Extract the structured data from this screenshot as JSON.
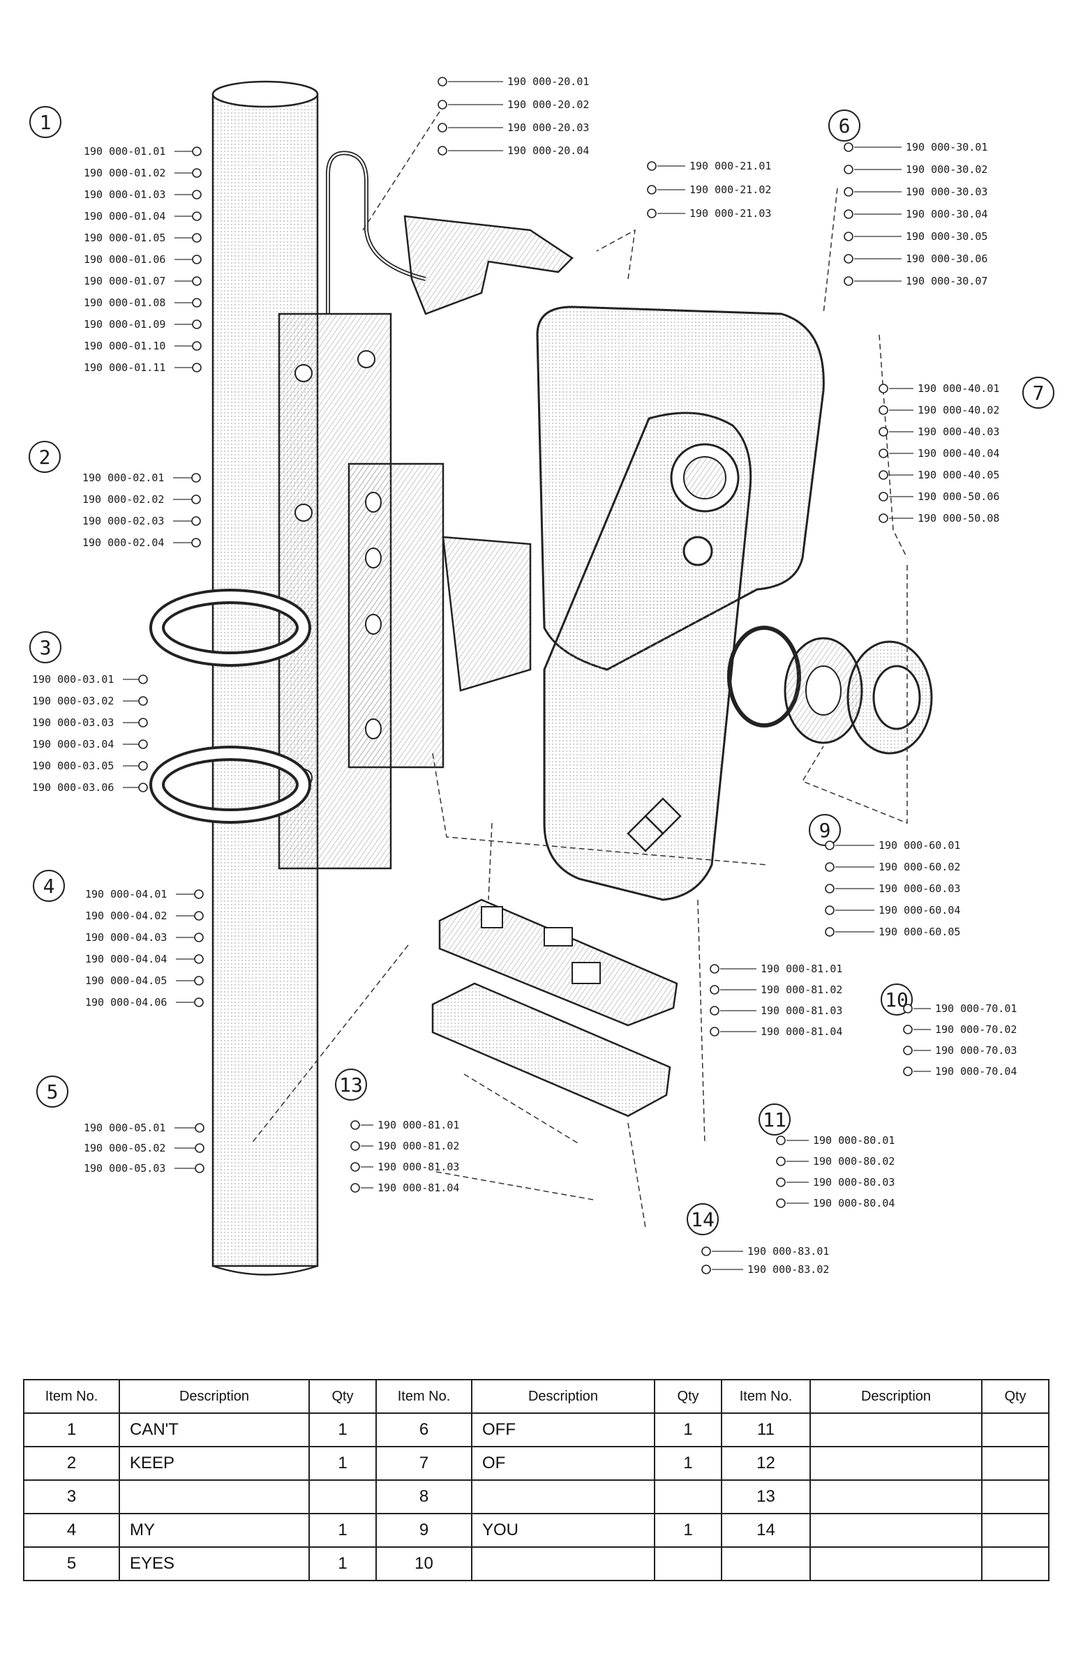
{
  "callouts": [
    {
      "number": "1",
      "parts": [
        "190 000-01.01",
        "190 000-01.02",
        "190 000-01.03",
        "190 000-01.04",
        "190 000-01.05",
        "190 000-01.06",
        "190 000-01.07",
        "190 000-01.08",
        "190 000-01.09",
        "190 000-01.10",
        "190 000-01.11"
      ]
    },
    {
      "number": "2",
      "parts": [
        "190 000-02.01",
        "190 000-02.02",
        "190 000-02.03",
        "190 000-02.04"
      ]
    },
    {
      "number": "3",
      "parts": [
        "190 000-03.01",
        "190 000-03.02",
        "190 000-03.03",
        "190 000-03.04",
        "190 000-03.05",
        "190 000-03.06"
      ]
    },
    {
      "number": "4",
      "parts": [
        "190 000-04.01",
        "190 000-04.02",
        "190 000-04.03",
        "190 000-04.04",
        "190 000-04.05",
        "190 000-04.06"
      ]
    },
    {
      "number": "5",
      "parts": [
        "190 000-05.01",
        "190 000-05.02",
        "190 000-05.03"
      ]
    },
    {
      "number": "6",
      "parts": [
        "190 000-30.01",
        "190 000-30.02",
        "190 000-30.03",
        "190 000-30.04",
        "190 000-30.05",
        "190 000-30.06",
        "190 000-30.07"
      ]
    },
    {
      "number": "7",
      "parts": [
        "190 000-40.01",
        "190 000-40.02",
        "190 000-40.03",
        "190 000-40.04",
        "190 000-40.05",
        "190 000-50.06",
        "190 000-50.08"
      ]
    },
    {
      "number": "9",
      "parts": [
        "190 000-60.01",
        "190 000-60.02",
        "190 000-60.03",
        "190 000-60.04",
        "190 000-60.05"
      ]
    },
    {
      "number": "10",
      "parts": [
        "190 000-70.01",
        "190 000-70.02",
        "190 000-70.03",
        "190 000-70.04"
      ]
    },
    {
      "number": "11",
      "parts": [
        "190 000-80.01",
        "190 000-80.02",
        "190 000-80.03",
        "190 000-80.04"
      ]
    },
    {
      "number": "13",
      "parts": [
        "190 000-81.01",
        "190 000-81.02",
        "190 000-81.03",
        "190 000-81.04"
      ]
    },
    {
      "number": "14",
      "parts": [
        "190 000-83.01",
        "190 000-83.02"
      ]
    }
  ],
  "floating_parts": {
    "top_nuts": [
      "190 000-20.01",
      "190 000-20.02",
      "190 000-20.03",
      "190 000-20.04"
    ],
    "bracket_bolts": [
      "190 000-21.01",
      "190 000-21.02",
      "190 000-21.03"
    ],
    "pcb_hardware": [
      "190 000-81.01",
      "190 000-81.02",
      "190 000-81.03",
      "190 000-81.04"
    ]
  },
  "bom": {
    "headers": [
      "Item No.",
      "Description",
      "Qty",
      "Item No.",
      "Description",
      "Qty",
      "Item No.",
      "Description",
      "Qty"
    ],
    "rows": [
      [
        "1",
        "CAN'T",
        "1",
        "6",
        "OFF",
        "1",
        "11",
        "",
        ""
      ],
      [
        "2",
        "KEEP",
        "1",
        "7",
        "OF",
        "1",
        "12",
        "",
        ""
      ],
      [
        "3",
        "",
        "",
        "8",
        "",
        "",
        "13",
        "",
        ""
      ],
      [
        "4",
        "MY",
        "1",
        "9",
        "YOU",
        "1",
        "14",
        "",
        ""
      ],
      [
        "5",
        "EYES",
        "1",
        "10",
        "",
        "",
        "",
        "",
        ""
      ]
    ]
  }
}
